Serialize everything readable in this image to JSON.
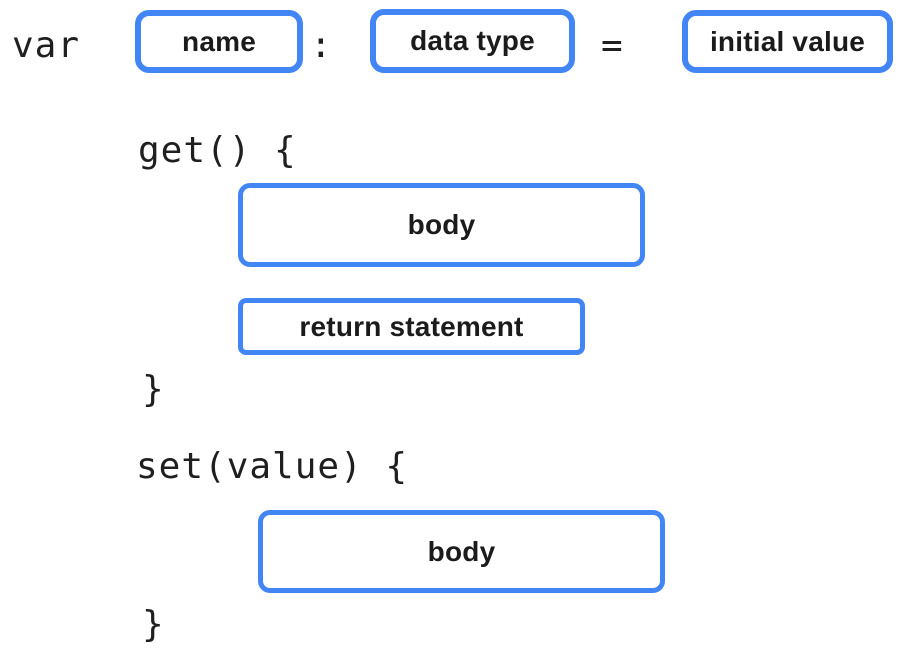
{
  "colors": {
    "box_border_accent": "#4285F4",
    "code_text": "#1f1f1f",
    "label_text": "#1b1b1b",
    "background": "#ffffff"
  },
  "declaration": {
    "keyword": "var",
    "name_placeholder": "name",
    "colon": ":",
    "data_type_placeholder": "data type",
    "equals": "=",
    "initial_value_placeholder": "initial value"
  },
  "getter": {
    "signature": "get() {",
    "body_placeholder": "body",
    "return_placeholder": "return statement",
    "closing_brace": "}"
  },
  "setter": {
    "signature": "set(value) {",
    "body_placeholder": "body",
    "closing_brace": "}"
  }
}
